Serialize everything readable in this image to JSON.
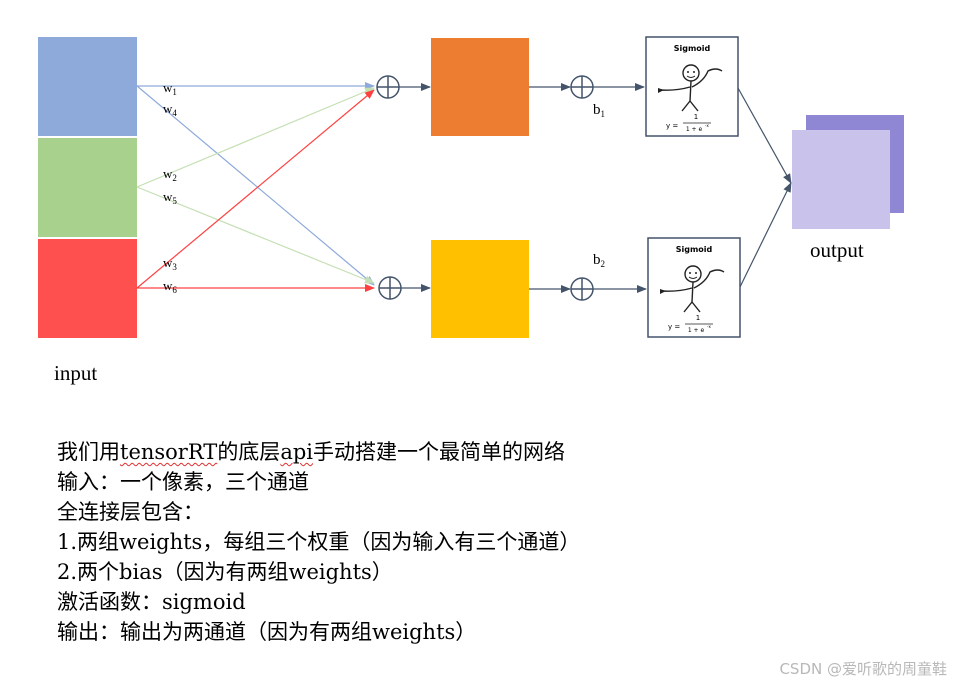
{
  "colors": {
    "input_blue": "#8eaadb",
    "input_green": "#a9d18e",
    "input_red": "#ff5050",
    "node_orange": "#ed7d31",
    "node_yellow": "#ffc000",
    "output_front": "#c9c3ec",
    "output_back": "#8f86d4",
    "line_blue": "#8eaadb",
    "line_green": "#c5dfb4",
    "line_red": "#ff4040",
    "line_dark": "#44546a"
  },
  "weights": {
    "w1": {
      "base": "w",
      "sub": "1"
    },
    "w4": {
      "base": "w",
      "sub": "4"
    },
    "w2": {
      "base": "w",
      "sub": "2"
    },
    "w5": {
      "base": "w",
      "sub": "5"
    },
    "w3": {
      "base": "w",
      "sub": "3"
    },
    "w6": {
      "base": "w",
      "sub": "6"
    }
  },
  "biases": {
    "b1": {
      "base": "b",
      "sub": "1"
    },
    "b2": {
      "base": "b",
      "sub": "2"
    }
  },
  "sigmoid_card": {
    "title": "Sigmoid",
    "formula_left": "y =",
    "formula_num": "1",
    "formula_den": "1 + e",
    "formula_exp": "-x"
  },
  "labels": {
    "input": "input",
    "output": "output"
  },
  "description": {
    "line1_pre": "我们用",
    "line1_mark": "tensorRT",
    "line1_mid": "的底层",
    "line1_mark2": "api",
    "line1_post": "手动搭建一个最简单的网络",
    "line2": "输入：一个像素，三个通道",
    "line3": "全连接层包含：",
    "line4": "1.两组weights，每组三个权重（因为输入有三个通道）",
    "line5": "2.两个bias（因为有两组weights）",
    "line6": "激活函数：sigmoid",
    "line7": "输出：输出为两通道（因为有两组weights）"
  },
  "watermark": "CSDN @爱听歌的周童鞋"
}
